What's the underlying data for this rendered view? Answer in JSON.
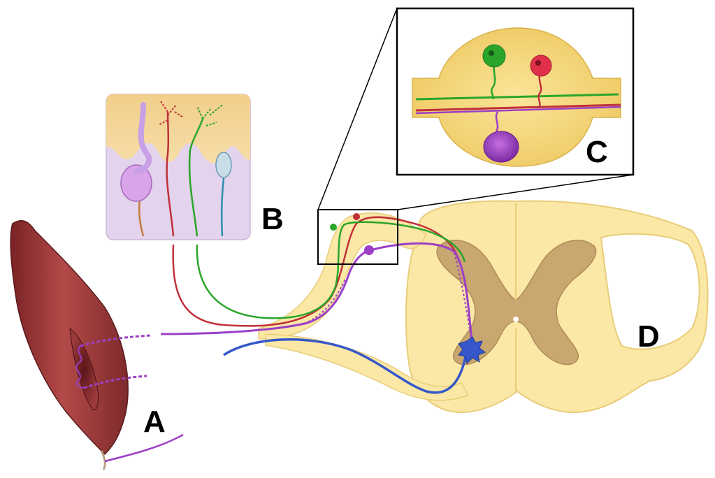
{
  "labels": {
    "a": "A",
    "b": "B",
    "c": "C",
    "d": "D"
  },
  "colors": {
    "muscle": "#9e3b3b",
    "muscle_dark": "#6e1f22",
    "skin_top": "#f2cf8a",
    "skin_bottom": "#e3d3ec",
    "spinal_white_matter": "#fbe8a6",
    "spinal_gray_matter": "#c9a770",
    "ganglion": "#f5d87a",
    "nerve_green": "#2aa52a",
    "nerve_red": "#c0303a",
    "nerve_purple": "#9b3fc6",
    "nerve_blue": "#3557c9",
    "nerve_orange": "#c27a3a",
    "nerve_teal": "#2c8fb0"
  }
}
